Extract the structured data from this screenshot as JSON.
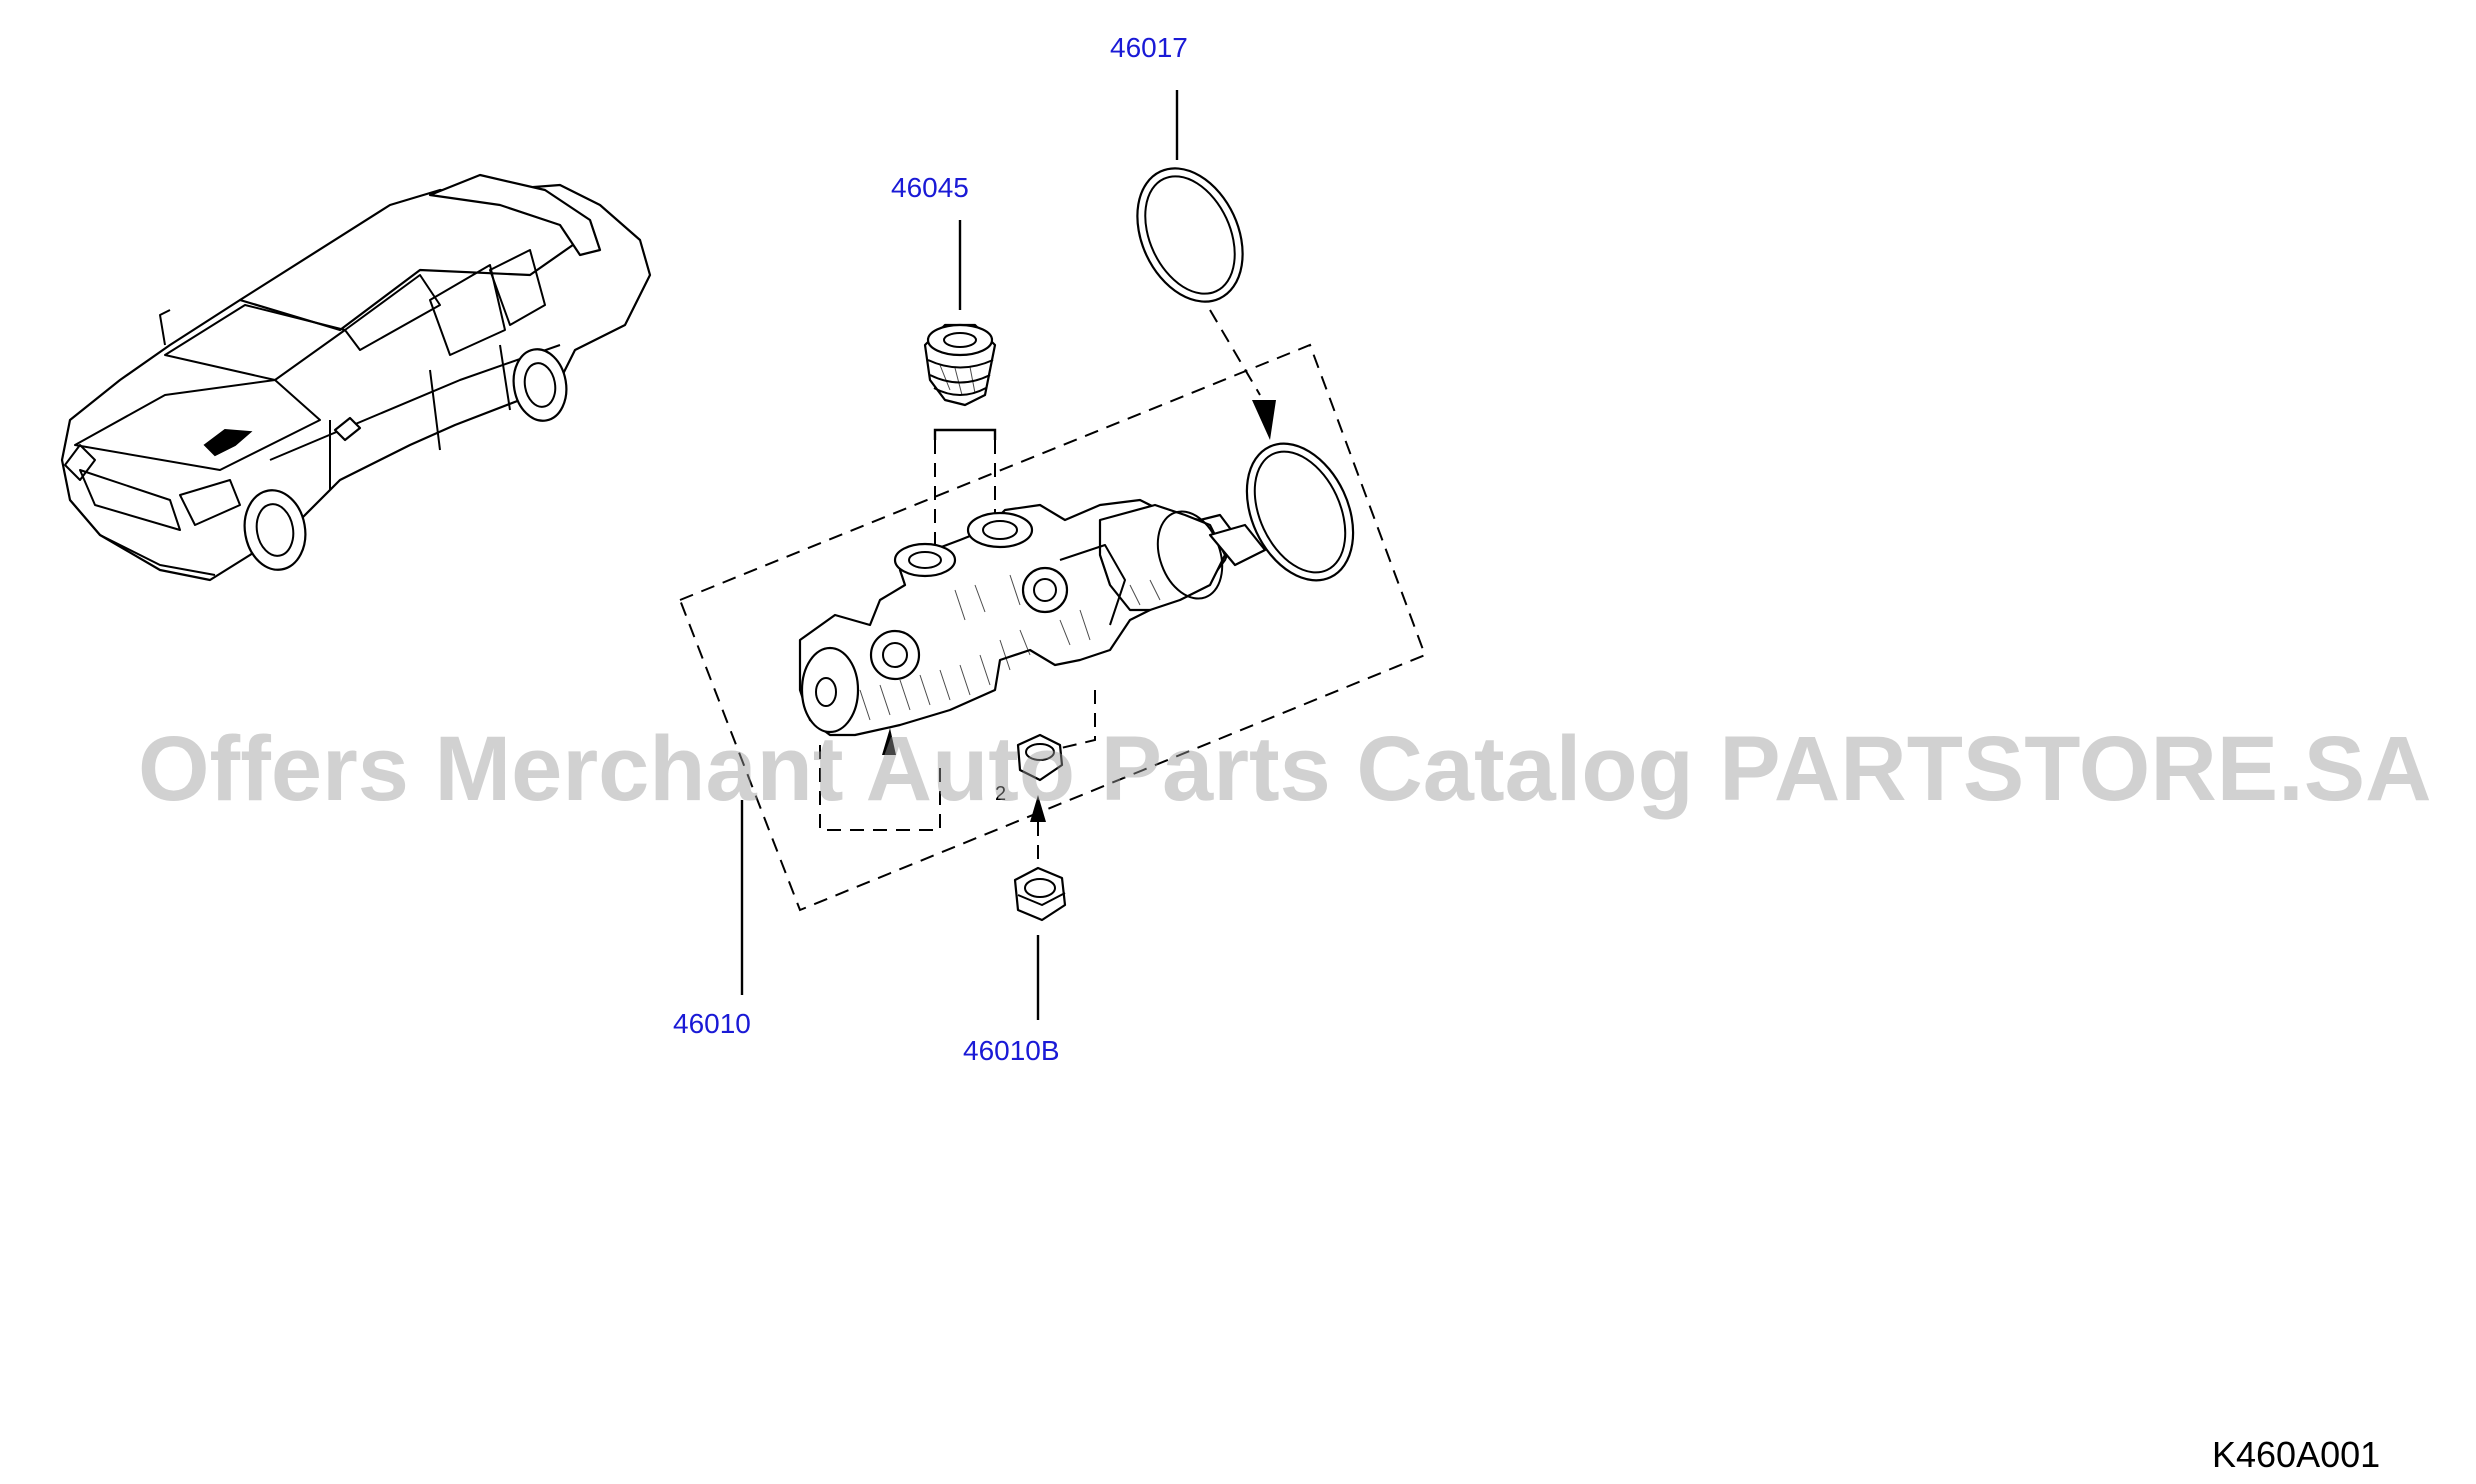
{
  "labels": {
    "part_46017": "46017",
    "part_46045": "46045",
    "part_46010": "46010",
    "part_46010B": "46010B"
  },
  "watermark": "Offers Merchant Auto Parts Catalog PARTSTORE.SA",
  "diagram_code": "K460A001",
  "colors": {
    "label": "#1a1ad6",
    "line": "#000000",
    "watermark": "#9a9a9a",
    "background": "#ffffff"
  }
}
